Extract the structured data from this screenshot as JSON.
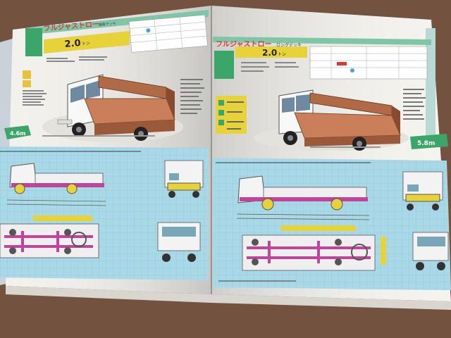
{
  "left_page": {
    "series_title": "フルジャストロー",
    "deck_type": "標準デッキ",
    "capacity": "2.0",
    "capacity_unit": "トン",
    "length_badge": "4.6m"
  },
  "right_page": {
    "series_title": "フルジャストロー",
    "deck_type": "ロングデッキ",
    "capacity": "2.0",
    "capacity_unit": "トン",
    "length_badge": "5.8m"
  },
  "colors": {
    "tabletop": "#6b4a3a",
    "paper": "#f2f1ec",
    "diagram_bg": "#a9d8e6",
    "accent_green": "#3aa66a",
    "accent_yellow": "#e8d23a",
    "title_red": "#d83a3a",
    "chassis_magenta": "#c0459a",
    "wood_deck": "#b06a45"
  }
}
